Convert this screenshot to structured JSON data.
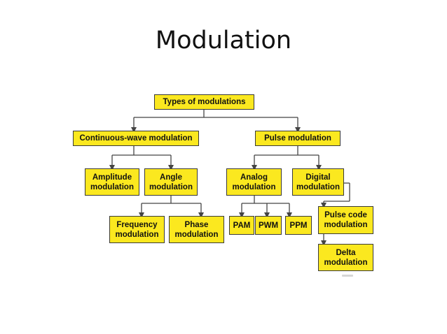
{
  "slide": {
    "title": "Modulation"
  },
  "tree": {
    "root": "Types of modulations",
    "continuous": "Continuous-wave modulation",
    "pulse": "Pulse modulation",
    "amplitude": [
      "Amplitude",
      "modulation"
    ],
    "angle": [
      "Angle",
      "modulation"
    ],
    "analog": [
      "Analog",
      "modulation"
    ],
    "digital": [
      "Digital",
      "modulation"
    ],
    "frequency": [
      "Frequency",
      "modulation"
    ],
    "phase": [
      "Phase",
      "modulation"
    ],
    "pam": "PAM",
    "pwm": "PWM",
    "ppm": "PPM",
    "pcm": [
      "Pulse code",
      "modulation"
    ],
    "delta": [
      "Delta",
      "modulation"
    ]
  },
  "colors": {
    "box_fill": "#fbe81f",
    "line": "#444444"
  }
}
